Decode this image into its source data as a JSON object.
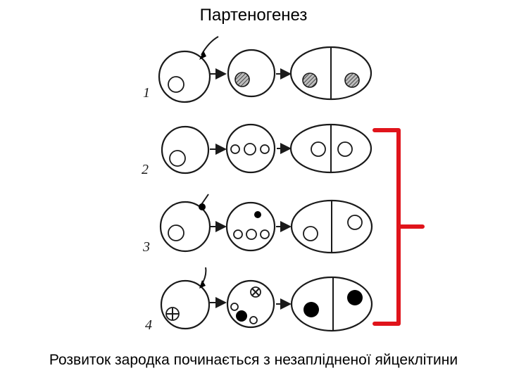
{
  "title": "Партеногенез",
  "caption": "Розвиток зародка починається з незаплідненої яйцеклітини",
  "rows": [
    {
      "label": "1"
    },
    {
      "label": "2"
    },
    {
      "label": "3"
    },
    {
      "label": "4"
    }
  ],
  "colors": {
    "bracket": "#e0141b",
    "ink": "#1a1a1a"
  }
}
